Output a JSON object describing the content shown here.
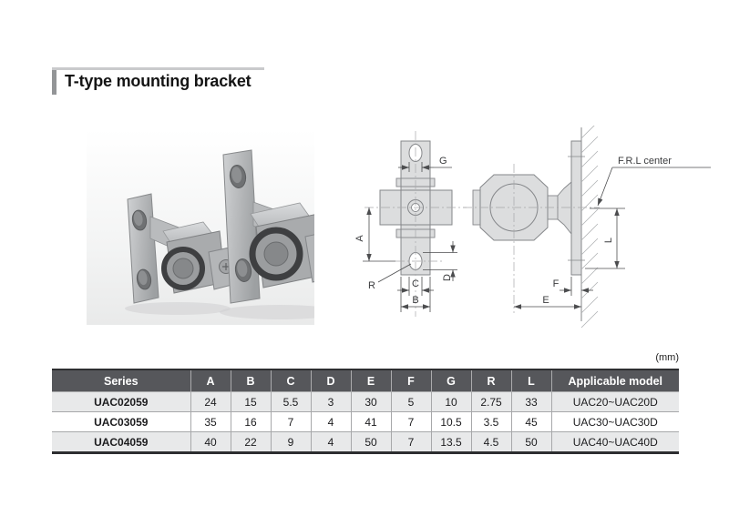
{
  "title": {
    "text": "T-type mounting bracket"
  },
  "unit_note": "(mm)",
  "drawing": {
    "front": {
      "G": "G",
      "A": "A",
      "R": "R",
      "C": "C",
      "B": "B",
      "D": "D"
    },
    "side": {
      "frl_center": "F.R.L center",
      "L": "L",
      "F": "F",
      "E": "E"
    }
  },
  "table": {
    "columns": [
      "Series",
      "A",
      "B",
      "C",
      "D",
      "E",
      "F",
      "G",
      "R",
      "L",
      "Applicable model"
    ],
    "rows": [
      [
        "UAC02059",
        "24",
        "15",
        "5.5",
        "3",
        "30",
        "5",
        "10",
        "2.75",
        "33",
        "UAC20~UAC20D"
      ],
      [
        "UAC03059",
        "35",
        "16",
        "7",
        "4",
        "41",
        "7",
        "10.5",
        "3.5",
        "45",
        "UAC30~UAC30D"
      ],
      [
        "UAC04059",
        "40",
        "22",
        "9",
        "4",
        "50",
        "7",
        "13.5",
        "4.5",
        "50",
        "UAC40~UAC40D"
      ]
    ]
  },
  "colors": {
    "header_bg": "#56575b",
    "header_text": "#ffffff",
    "row_alt": "#e8e9ea",
    "table_border": "#2d2e30",
    "grid_line": "#a7a8aa",
    "drawing_fill": "#dcddde",
    "drawing_line": "#85878a",
    "dim_line": "#4c4d4f",
    "accent_bar": "#939597"
  }
}
